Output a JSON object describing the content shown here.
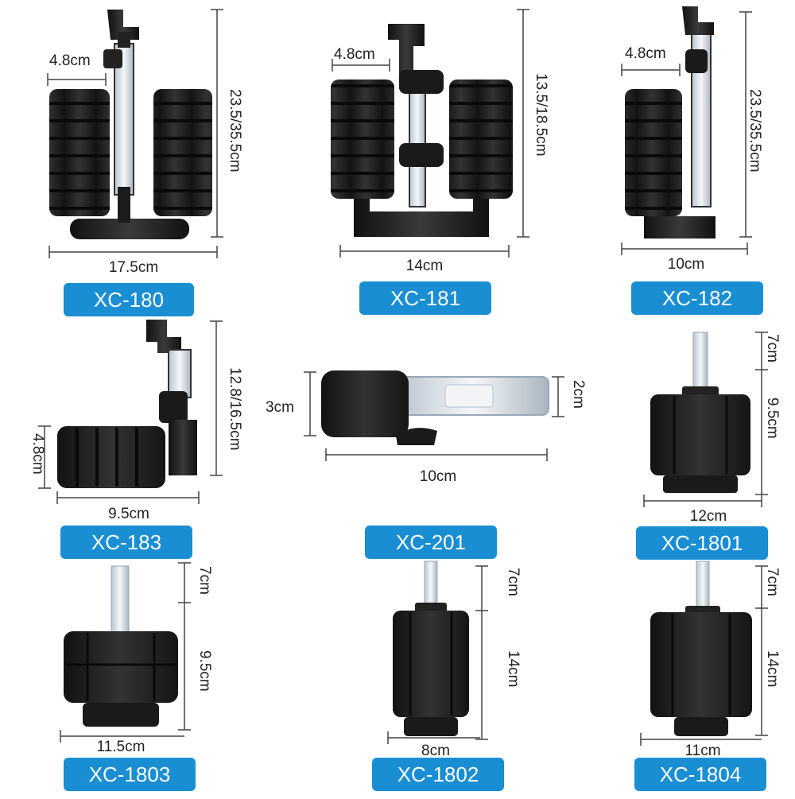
{
  "colors": {
    "badge": "#1a8ed3",
    "badge_text": "#ffffff",
    "sponge": "#1e1e1e",
    "plastic": "#2a2a2a",
    "tube": "#dfe7ef",
    "dim_line": "#444444"
  },
  "products": [
    {
      "model": "XC-180",
      "dims": {
        "top": "4.8cm",
        "height": "23.5/35.5cm",
        "width": "17.5cm"
      }
    },
    {
      "model": "XC-181",
      "dims": {
        "top": "4.8cm",
        "height": "13.5/18.5cm",
        "width": "14cm"
      }
    },
    {
      "model": "XC-182",
      "dims": {
        "top": "4.8cm",
        "height": "23.5/35.5cm",
        "width": "10cm"
      }
    },
    {
      "model": "XC-183",
      "dims": {
        "left": "4.8cm",
        "height": "12.8/16.5cm",
        "width": "9.5cm"
      }
    },
    {
      "model": "XC-201",
      "dims": {
        "left": "3cm",
        "right": "2cm",
        "width": "10cm"
      }
    },
    {
      "model": "XC-1801",
      "dims": {
        "tube": "7cm",
        "height": "9.5cm",
        "width": "12cm"
      }
    },
    {
      "model": "XC-1803",
      "dims": {
        "tube": "7cm",
        "height": "9.5cm",
        "width": "11.5cm"
      }
    },
    {
      "model": "XC-1802",
      "dims": {
        "tube": "7cm",
        "height": "14cm",
        "width": "8cm"
      }
    },
    {
      "model": "XC-1804",
      "dims": {
        "tube": "7cm",
        "height": "14cm",
        "width": "11cm"
      }
    }
  ]
}
